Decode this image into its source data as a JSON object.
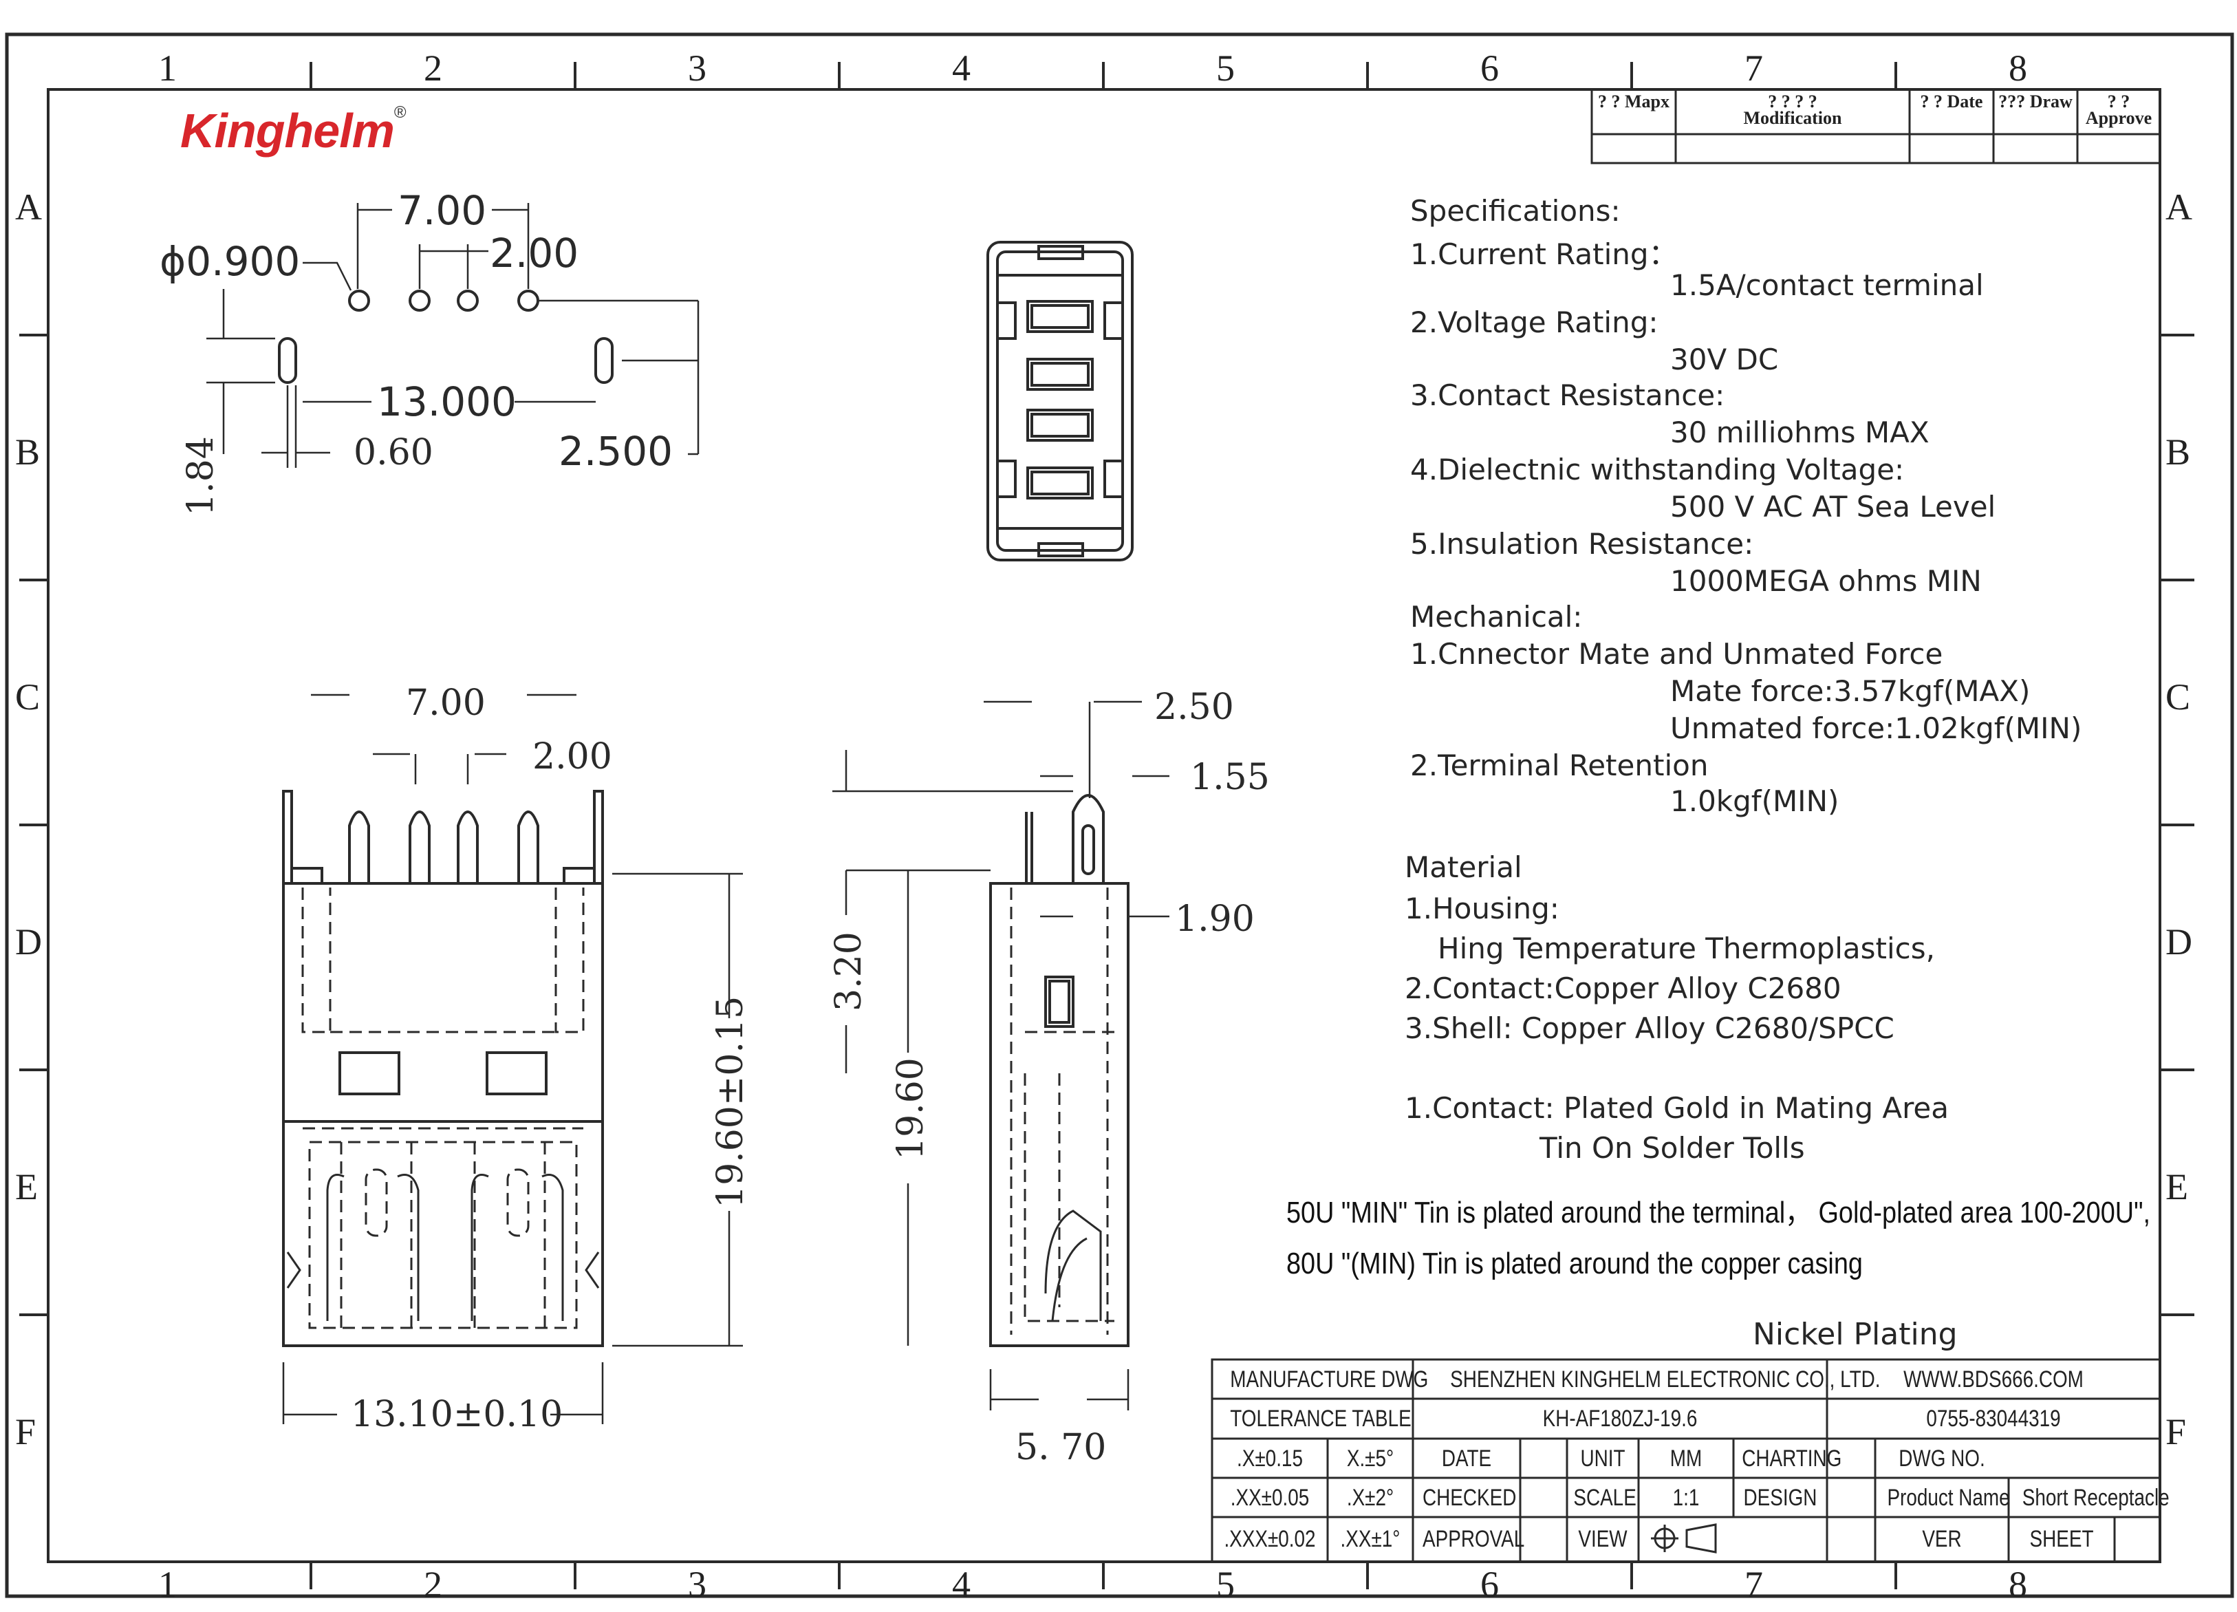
{
  "logo": {
    "name": "Kinghelm",
    "mark": "®",
    "color": "#d8262b"
  },
  "grid": {
    "columns": [
      "1",
      "2",
      "3",
      "4",
      "5",
      "6",
      "7",
      "8"
    ],
    "rows": [
      "A",
      "B",
      "C",
      "D",
      "E",
      "F"
    ]
  },
  "revision_table": {
    "headers": [
      "? ? Mapx",
      "? ? ? ? Modification",
      "? ? Date",
      "??? Draw",
      "? ? Approve"
    ]
  },
  "specs": {
    "title": "Specifications:",
    "lines": [
      "1.Current Rating：",
      "1.5A/contact terminal",
      "2.Voltage Rating:",
      "30V DC",
      "3.Contact Resistance:",
      "30 milliohms MAX",
      "4.Dielectnic withstanding Voltage:",
      "500 V AC AT Sea Level",
      "5.Insulation Resistance:",
      "1000MEGA ohms MIN",
      "Mechanical:",
      "1.Cnnector Mate and Unmated Force",
      "Mate force:3.57kgf(MAX)",
      "Unmated force:1.02kgf(MIN)",
      "2.Terminal Retention",
      "1.0kgf(MIN)"
    ],
    "material_title": "Material",
    "material": [
      "1.Housing:",
      "Hing Temperature Thermoplastics,",
      "2.Contact:Copper Alloy C2680",
      "3.Shell: Copper Alloy C2680/SPCC"
    ],
    "plating": [
      "1.Contact: Plated Gold in Mating Area",
      "Tin On Solder Tolls"
    ],
    "notes": [
      "50U \"MIN\" Tin is plated around the terminal， Gold-plated area 100-200U\",",
      "80U \"(MIN) Tin is plated around the copper casing"
    ],
    "nickel": "Nickel  Plating"
  },
  "dimensions": {
    "pcb": {
      "hole_dia": "ϕ0.900",
      "pitch_7": "7.00",
      "pitch_2": "2.00",
      "span_13": "13.000",
      "slot_w": "0.60",
      "slot_h": "1.84",
      "offset": "2.500"
    },
    "front": {
      "pitch_7": "7.00",
      "pitch_2": "2.00",
      "height": "19.60±0.15",
      "width": "13.10±0.10"
    },
    "side": {
      "d250": "2.50",
      "d155": "1.55",
      "d190": "1.90",
      "d320": "3.20",
      "d1960": "19.60",
      "width": "5. 70"
    }
  },
  "title_block": {
    "r1": [
      "MANUFACTURE DWG",
      "SHENZHEN KINGHELM ELECTRONIC CO., LTD.",
      "WWW.BDS666.COM"
    ],
    "r2": [
      "TOLERANCE TABLE",
      "KH-AF180ZJ-19.6",
      "0755-83044319"
    ],
    "r3": [
      ".X±0.15",
      "X.±5°",
      "DATE",
      "UNIT",
      "MM",
      "CHARTING",
      "DWG NO."
    ],
    "r4": [
      ".XX±0.05",
      ".X±2°",
      "CHECKED",
      "SCALE",
      "1:1",
      "DESIGN",
      "Product Name",
      "Short Receptacle"
    ],
    "r5": [
      ".XXX±0.02",
      ".XX±1°",
      "APPROVAL",
      "VIEW",
      "VER",
      "SHEET"
    ]
  }
}
